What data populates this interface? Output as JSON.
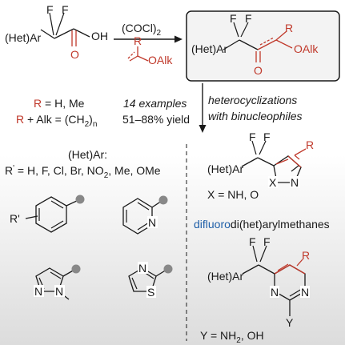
{
  "colors": {
    "red": "#c0392b",
    "blue": "#1f5fa8",
    "ink": "#1a1a1a",
    "box_fill": "#f3f3f3",
    "bg_top": "#ffffff",
    "bg_bottom": "#dcdcdc"
  },
  "reaction": {
    "reactant": {
      "F1": "F",
      "F2": "F",
      "group": "(Het)Ar",
      "oh": "OH",
      "carbonyl_o": "O"
    },
    "reagent_top": "(COCl)",
    "reagent_top_sub": "2",
    "reagent_bottom": {
      "r": "R",
      "oalk": "OAlk"
    },
    "product": {
      "F1": "F",
      "F2": "F",
      "group": "(Het)Ar",
      "carbonyl_o": "O",
      "r": "R",
      "oalk": "OAlk"
    }
  },
  "conditions": {
    "r_def1": {
      "r": "R",
      "rest": " = H, Me"
    },
    "r_def2": {
      "r": "R",
      "rest": " + Alk = (CH",
      "sub": "2",
      "tail": ")",
      "n": "n"
    },
    "examples": "14 examples",
    "yield": "51–88% yield"
  },
  "hetero_label": {
    "line1": "heterocyclizations",
    "line2": "with binucleophiles"
  },
  "left_panel": {
    "title": "(Het)Ar:",
    "rprime": {
      "r": "R",
      "prime": "'",
      "rest": " = H, F, Cl, Br, NO",
      "sub": "2",
      "tail": ", Me, OMe"
    },
    "benzene_label": "R'",
    "pyridine_n": "N",
    "pyrazole_n1": "N",
    "pyrazole_n2": "N",
    "thiazole_n": "N",
    "thiazole_s": "S"
  },
  "right_panel": {
    "isoxazole": {
      "F1": "F",
      "F2": "F",
      "group": "(Het)Ar",
      "r": "R",
      "x": "X",
      "n": "N"
    },
    "x_def": "X = NH, O",
    "class_name": {
      "blue": "difluoro",
      "black": "di(het)arylmethanes"
    },
    "pyrimidine": {
      "F1": "F",
      "F2": "F",
      "group": "(Het)Ar",
      "r": "R",
      "n1": "N",
      "n2": "N",
      "y": "Y"
    },
    "y_def": {
      "text": "Y = NH",
      "sub": "2",
      "tail": ", OH"
    }
  }
}
